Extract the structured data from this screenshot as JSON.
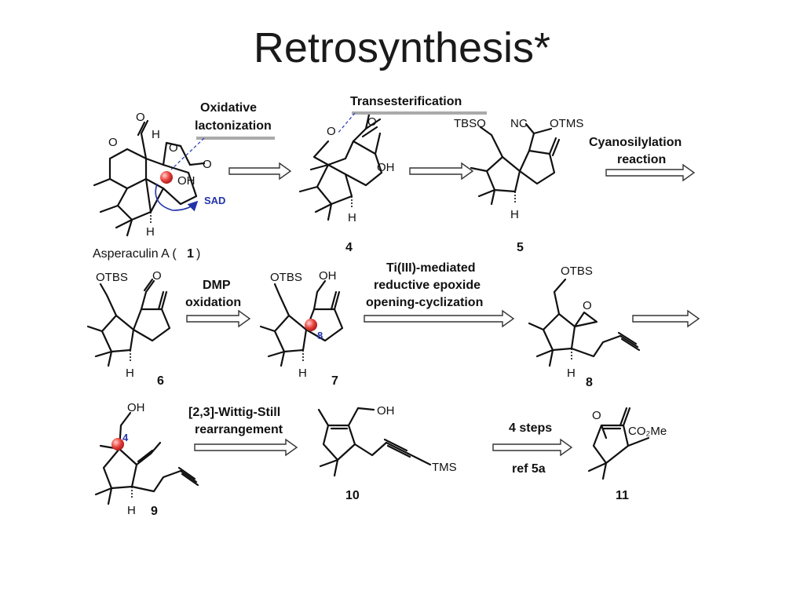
{
  "title": "Retrosynthesis*",
  "labels": {
    "oxidative": "Oxidative",
    "lactonization": "lactonization",
    "transesterification": "Transesterification",
    "cyanosilylation": "Cyanosilylation",
    "reaction": "reaction",
    "dmp": "DMP",
    "oxidation": "oxidation",
    "ti_line1": "Ti(III)-mediated",
    "ti_line2": "reductive epoxide",
    "ti_line3": "opening-cyclization",
    "wittig_line1": "[2,3]-Wittig-Still",
    "wittig_line2": "rearrangement",
    "steps": "4 steps",
    "ref": "ref 5a",
    "sad": "SAD"
  },
  "atoms": {
    "O": "O",
    "H": "H",
    "OH": "OH",
    "TBSO": "TBSO",
    "NC": "NC",
    "OTMS": "OTMS",
    "OTBS": "OTBS",
    "TMS": "TMS",
    "CO2Me": "CO₂Me",
    "eight": "8",
    "four": "4"
  },
  "compounds": {
    "c1_name": "Asperaculin A (",
    "c1_num": "1",
    "c1_close": ")",
    "c4": "4",
    "c5": "5",
    "c6": "6",
    "c7": "7",
    "c8": "8",
    "c9": "9",
    "c10": "10",
    "c11": "11"
  },
  "colors": {
    "highlight": "#e8413c",
    "dashed_line": "#3344bb",
    "bar": "#aaaaaa"
  }
}
